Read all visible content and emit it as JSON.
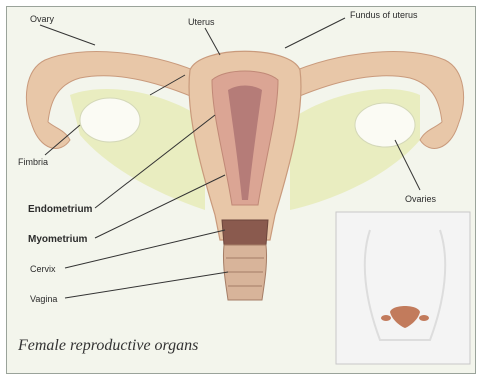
{
  "diagram": {
    "labels": {
      "ovary_top_left": "Ovary",
      "uterus_top": "Uterus",
      "fundus": "Fundus of uterus",
      "fimbria": "Fimbria",
      "endometrium": "Endometrium",
      "myometrium": "Myometrium",
      "cervix": "Cervix",
      "vagina": "Vagina",
      "ovaries_right": "Ovaries"
    },
    "caption": "Female reproductive organs"
  },
  "colors": {
    "frame_bg": "#f3f5ec",
    "tissue": "#e8c7a8",
    "tissue_dark": "#c99a7c",
    "inner": "#dba594",
    "cavity": "#b57c78",
    "ligament": "#e6ebb8",
    "inset_bg": "#f4f4f4"
  }
}
